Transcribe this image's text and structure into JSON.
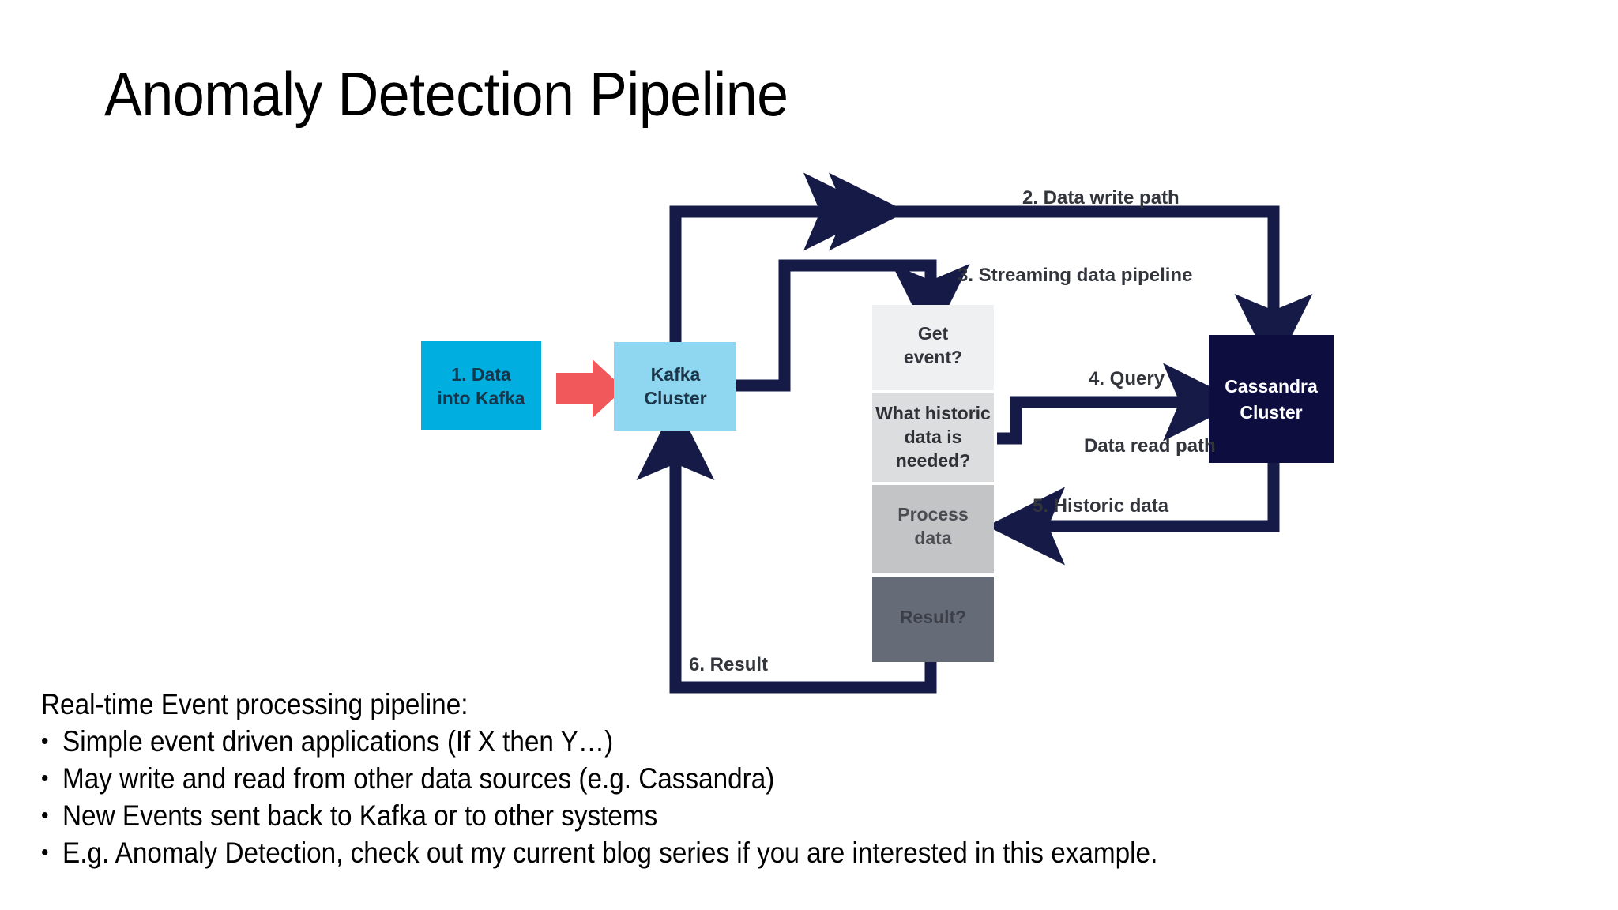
{
  "slide": {
    "title": "Anomaly Detection Pipeline",
    "background": "#ffffff"
  },
  "diagram": {
    "name": "anomaly-detection-pipeline-diagram",
    "colors": {
      "navy": "#151a47",
      "cyan": "#00aee0",
      "light_blue": "#8fd6f0",
      "red_arrow": "#f0585c",
      "box_very_light": "#eef0f2",
      "box_light_grey": "#dcdddf",
      "box_mid_grey": "#c3c4c6",
      "box_dark_grey": "#666b78",
      "cassandra_navy": "#0d0d3f",
      "text_dark": "#33353d",
      "text_white": "#ffffff"
    },
    "nodes": [
      {
        "id": "data-into-kafka",
        "label_lines": [
          "1. Data",
          "into Kafka"
        ],
        "fill": "#00aee0",
        "text_color": "#15374b"
      },
      {
        "id": "kafka-cluster",
        "label_lines": [
          "Kafka",
          "Cluster"
        ],
        "fill": "#8fd6f0",
        "text_color": "#1d3548"
      },
      {
        "id": "get-event",
        "label_lines": [
          "Get",
          "event?"
        ],
        "fill": "#eef0f2",
        "text_color": "#33353d"
      },
      {
        "id": "what-historic-data",
        "label_lines": [
          "What historic",
          "data is",
          "needed?"
        ],
        "fill": "#dcdddf",
        "text_color": "#2e3036"
      },
      {
        "id": "process-data",
        "label_lines": [
          "Process",
          "data"
        ],
        "fill": "#c3c4c6",
        "text_color": "#4a4c52"
      },
      {
        "id": "result",
        "label_lines": [
          "Result?"
        ],
        "fill": "#666b78",
        "text_color": "#3c3f48"
      },
      {
        "id": "cassandra-cluster",
        "label_lines": [
          "Cassandra",
          "Cluster"
        ],
        "fill": "#0d0d3f",
        "text_color": "#ffffff"
      }
    ],
    "edge_labels": [
      {
        "id": "data-write-path",
        "text": "2. Data write path"
      },
      {
        "id": "streaming-data-pipeline",
        "text": "3. Streaming data pipeline"
      },
      {
        "id": "query",
        "text": "4. Query"
      },
      {
        "id": "data-read-path",
        "text": "Data read path"
      },
      {
        "id": "historic-data",
        "text": "5. Historic data"
      },
      {
        "id": "result-edge",
        "text": "6. Result"
      }
    ]
  },
  "body": {
    "lead": "Real-time Event processing pipeline:",
    "bullet_mark": "•",
    "bullets": [
      "Simple event driven applications (If X then Y…)",
      "May write and read from other data sources (e.g. Cassandra)",
      "New Events sent back to Kafka or to other systems",
      "E.g. Anomaly Detection, check out my current blog series if you are interested in this example."
    ]
  }
}
